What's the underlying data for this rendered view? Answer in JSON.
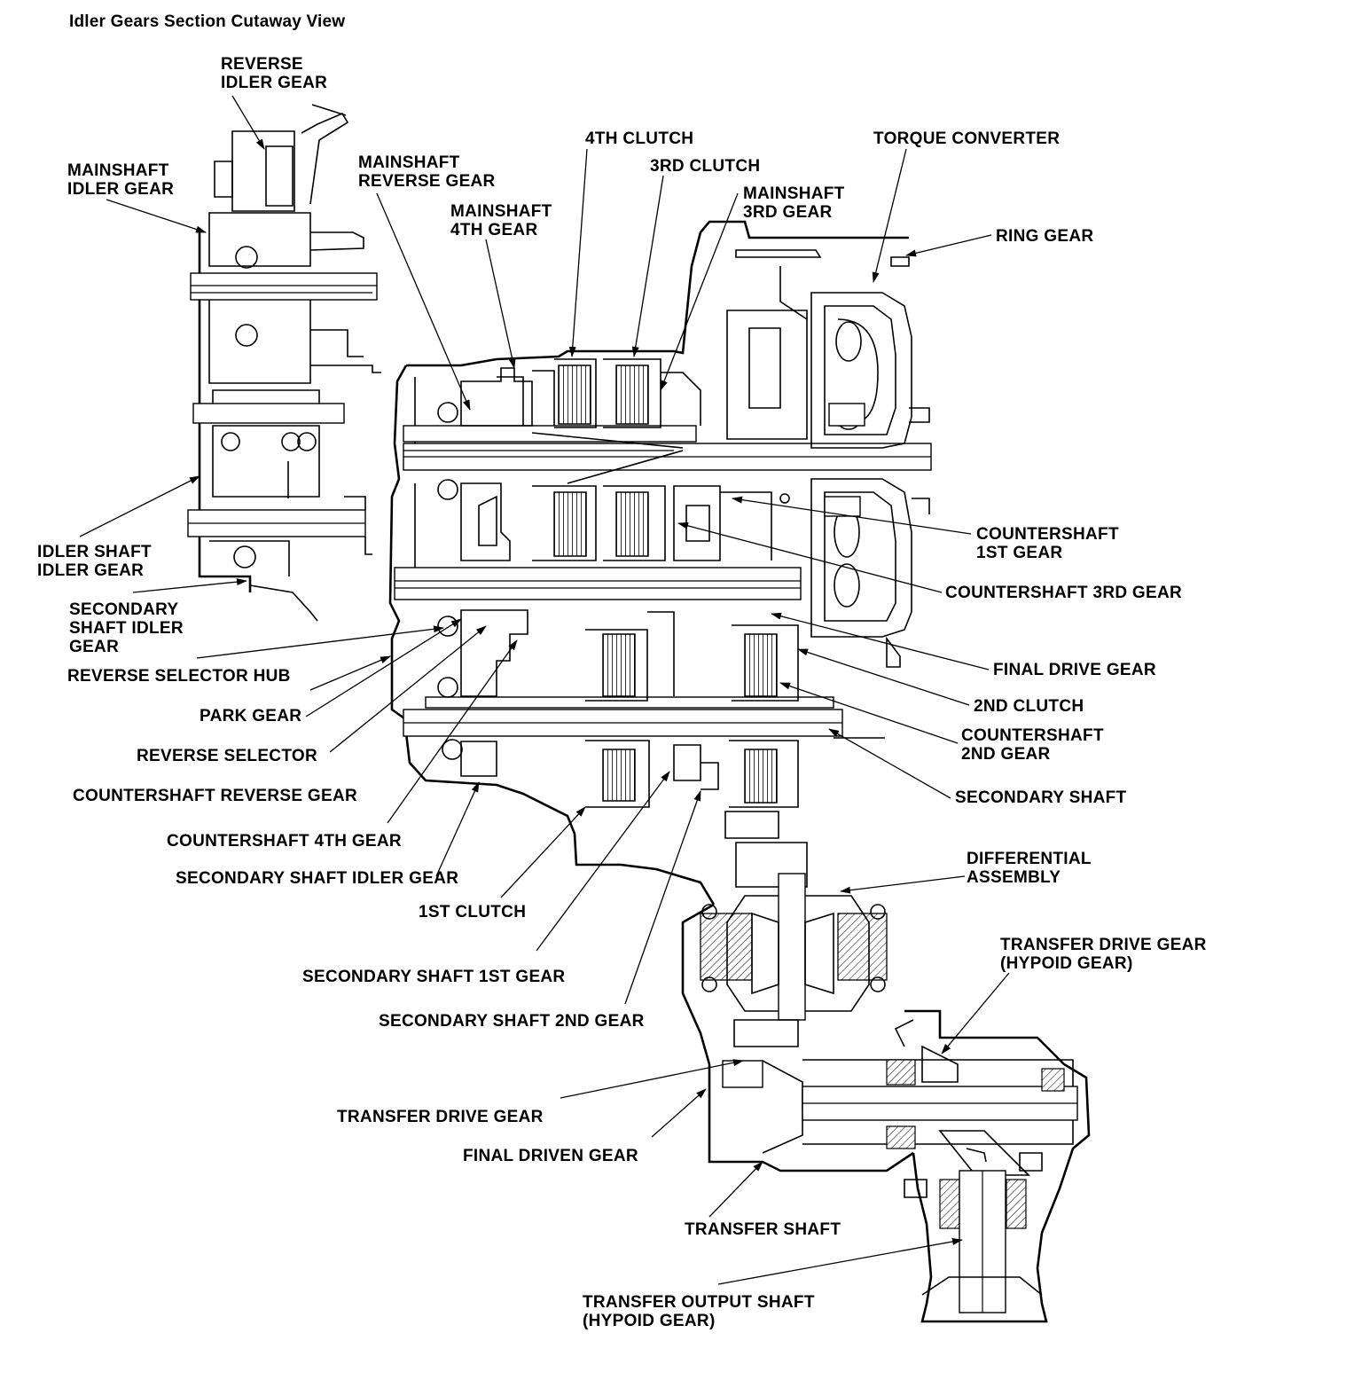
{
  "title": "Idler Gears Section Cutaway View",
  "callouts": [
    {
      "key": "reverse_idler_gear",
      "text": "REVERSE\nIDLER GEAR"
    },
    {
      "key": "mainshaft_idler_gear",
      "text": "MAINSHAFT\nIDLER GEAR"
    },
    {
      "key": "idler_shaft_idler_gear",
      "text": "IDLER SHAFT\nIDLER GEAR"
    },
    {
      "key": "secondary_shaft_idler_gear_left",
      "text": "SECONDARY\nSHAFT IDLER\nGEAR"
    },
    {
      "key": "mainshaft_reverse_gear",
      "text": "MAINSHAFT\nREVERSE GEAR"
    },
    {
      "key": "mainshaft_4th_gear",
      "text": "MAINSHAFT\n4TH GEAR"
    },
    {
      "key": "clutch_4th",
      "text": "4TH CLUTCH"
    },
    {
      "key": "clutch_3rd",
      "text": "3RD CLUTCH"
    },
    {
      "key": "mainshaft_3rd_gear",
      "text": "MAINSHAFT\n3RD GEAR"
    },
    {
      "key": "torque_converter",
      "text": "TORQUE CONVERTER"
    },
    {
      "key": "ring_gear",
      "text": "RING GEAR"
    },
    {
      "key": "countershaft_1st_gear",
      "text": "COUNTERSHAFT\n1ST GEAR"
    },
    {
      "key": "countershaft_3rd_gear",
      "text": "COUNTERSHAFT 3RD GEAR"
    },
    {
      "key": "final_drive_gear",
      "text": "FINAL DRIVE GEAR"
    },
    {
      "key": "clutch_2nd",
      "text": "2ND CLUTCH"
    },
    {
      "key": "countershaft_2nd_gear",
      "text": "COUNTERSHAFT\n2ND GEAR"
    },
    {
      "key": "secondary_shaft",
      "text": "SECONDARY SHAFT"
    },
    {
      "key": "differential_assembly",
      "text": "DIFFERENTIAL\nASSEMBLY"
    },
    {
      "key": "transfer_drive_gear_hypoid",
      "text": "TRANSFER DRIVE GEAR\n(HYPOID GEAR)"
    },
    {
      "key": "reverse_selector_hub",
      "text": "REVERSE SELECTOR HUB"
    },
    {
      "key": "park_gear",
      "text": "PARK GEAR"
    },
    {
      "key": "reverse_selector",
      "text": "REVERSE SELECTOR"
    },
    {
      "key": "countershaft_reverse_gear",
      "text": "COUNTERSHAFT REVERSE GEAR"
    },
    {
      "key": "countershaft_4th_gear",
      "text": "COUNTERSHAFT 4TH GEAR"
    },
    {
      "key": "secondary_shaft_idler_gear",
      "text": "SECONDARY SHAFT IDLER GEAR"
    },
    {
      "key": "clutch_1st",
      "text": "1ST CLUTCH"
    },
    {
      "key": "secondary_shaft_1st_gear",
      "text": "SECONDARY SHAFT 1ST GEAR"
    },
    {
      "key": "secondary_shaft_2nd_gear",
      "text": "SECONDARY SHAFT 2ND GEAR"
    },
    {
      "key": "transfer_drive_gear",
      "text": "TRANSFER DRIVE GEAR"
    },
    {
      "key": "final_driven_gear",
      "text": "FINAL DRIVEN GEAR"
    },
    {
      "key": "transfer_shaft",
      "text": "TRANSFER SHAFT"
    },
    {
      "key": "transfer_output_shaft_hypoid",
      "text": "TRANSFER OUTPUT SHAFT\n(HYPOID GEAR)"
    }
  ]
}
